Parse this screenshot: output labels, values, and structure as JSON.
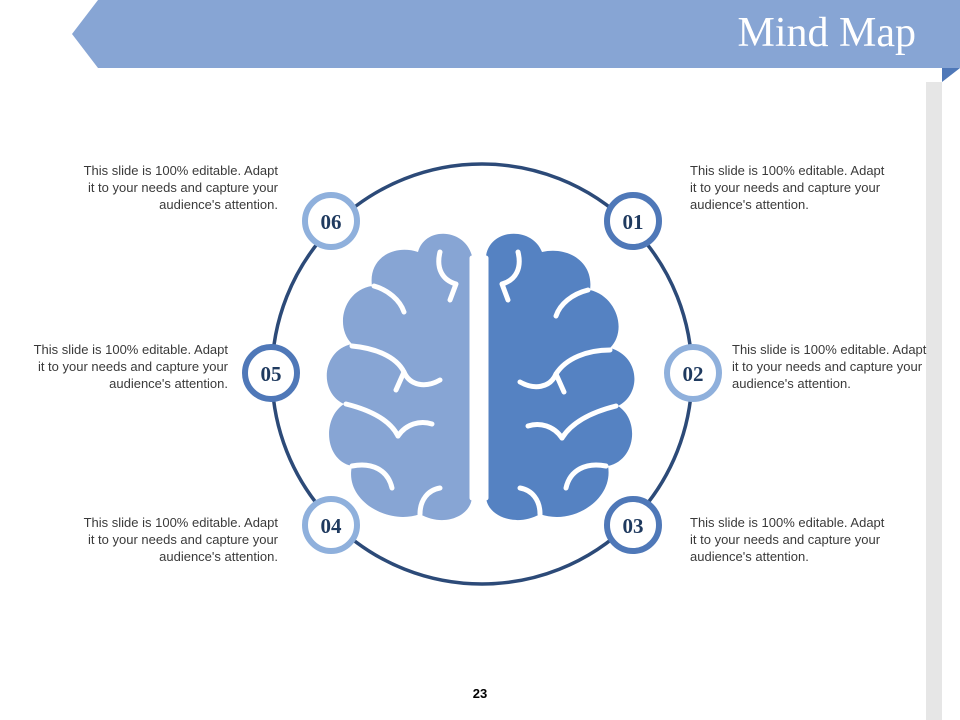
{
  "header": {
    "title": "Mind Map"
  },
  "colors": {
    "banner": "#87a5d4",
    "ring": "#2c4a78",
    "brain_left": "#87a5d4",
    "brain_right": "#5582c2",
    "badge_border_dark": "#4f78b8",
    "badge_border_light": "#8fb0dc"
  },
  "nodes": [
    {
      "label": "01",
      "text": "This slide is 100% editable. Adapt it to your needs and capture your audience's attention."
    },
    {
      "label": "02",
      "text": "This slide is 100% editable. Adapt it to your needs and capture your audience's attention."
    },
    {
      "label": "03",
      "text": "This slide is 100% editable. Adapt it to your needs and capture your audience's attention."
    },
    {
      "label": "04",
      "text": "This slide is 100% editable. Adapt it to your needs and capture your audience's attention."
    },
    {
      "label": "05",
      "text": "This slide is 100% editable. Adapt it to your needs and capture your audience's attention."
    },
    {
      "label": "06",
      "text": "This slide is 100% editable. Adapt it to your needs and capture your audience's attention."
    }
  ],
  "footer": {
    "page_number": "23"
  }
}
